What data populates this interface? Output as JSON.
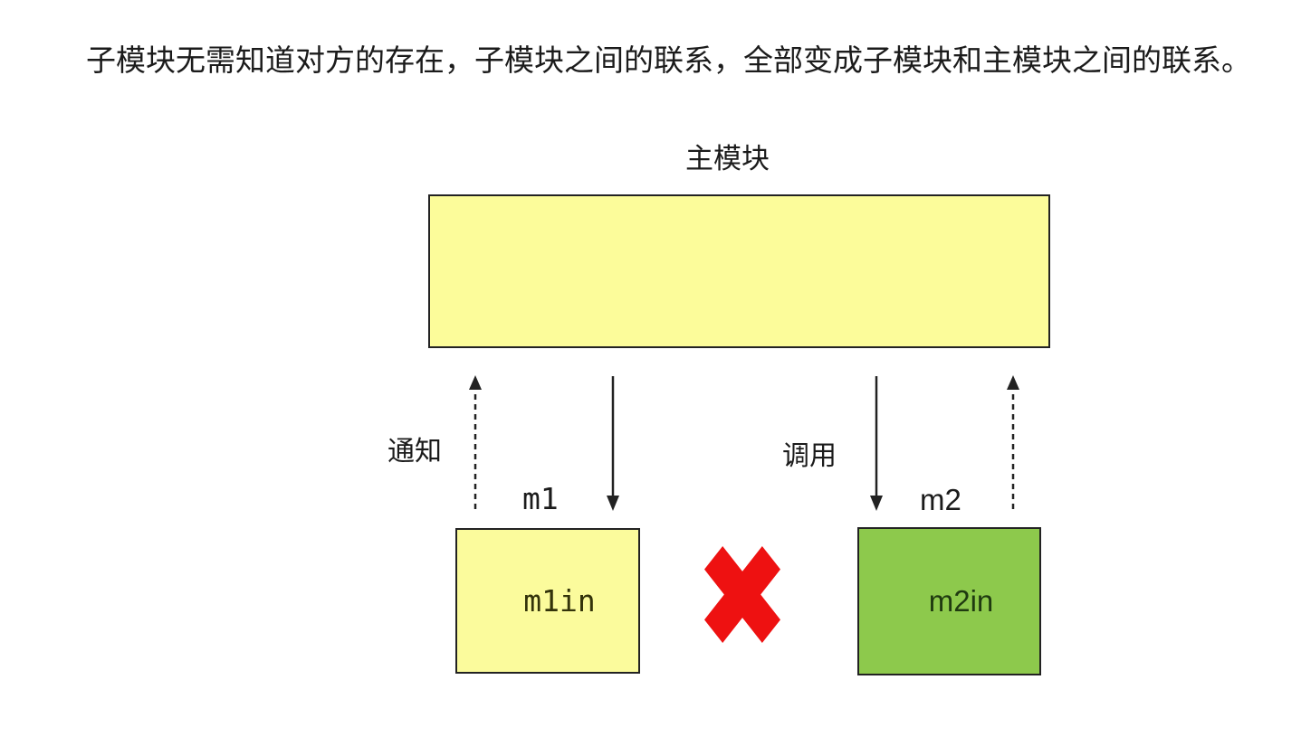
{
  "caption": {
    "text": "子模块无需知道对方的存在，子模块之间的联系，全部变成子模块和主模块之间的联系。"
  },
  "diagram": {
    "main_module": {
      "label": "主模块"
    },
    "left_pair": {
      "notify_label": "通知",
      "notify_arrow": "dashed-up-arrow",
      "call_arrow": "solid-down-arrow",
      "module_label": "m1",
      "inner_label": "m1in"
    },
    "right_pair": {
      "call_label": "调用",
      "call_arrow": "solid-down-arrow",
      "notify_arrow": "dashed-up-arrow",
      "module_label": "m2",
      "inner_label": "m2in"
    },
    "cross_icon": "red-x-icon"
  },
  "colors": {
    "main_fill": "#FCFC9A",
    "m1_fill": "#FBFB9C",
    "m2_fill": "#8DC94C",
    "box_border": "#222222",
    "cross_red": "#EE1111",
    "text_dark": "#1b1b1b"
  }
}
